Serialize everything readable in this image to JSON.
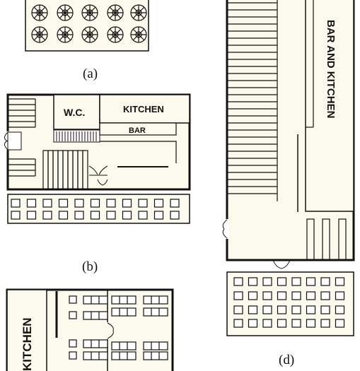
{
  "figure": {
    "panels": [
      {
        "id": "a",
        "caption": "(a)"
      },
      {
        "id": "b",
        "caption": "(b)",
        "labels": {
          "wc": "W.C.",
          "kitchen": "KITCHEN",
          "bar": "BAR"
        }
      },
      {
        "id": "c",
        "labels": {
          "kitchen": "KITCHEN"
        }
      },
      {
        "id": "d",
        "caption": "(d)",
        "labels": {
          "bar_and_kitchen": "BAR AND KITCHEN"
        }
      }
    ]
  },
  "colors": {
    "floor": "#fbfaec",
    "line": "#111111",
    "background": "#ffffff"
  },
  "icons": {
    "round_table": "round-table-with-chairs",
    "square_table": "square-table",
    "door": "door-swing"
  }
}
